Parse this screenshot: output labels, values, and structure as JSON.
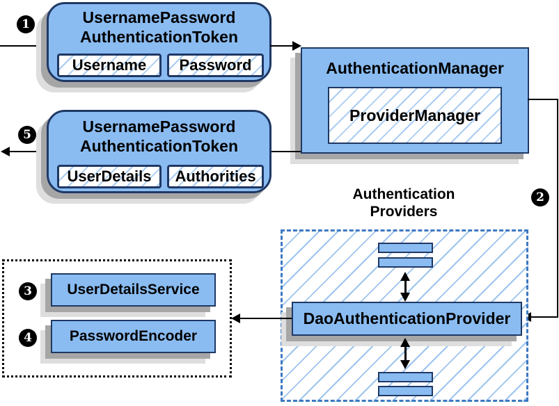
{
  "colors": {
    "box_fill": "#8ABCF2",
    "box_border": "#1F3864",
    "hatch_line": "#A9CCF2",
    "providers_dashed_border": "#3D78C2",
    "collaborators_dotted_border": "#000000",
    "shadow_dark": "#A6A6A6",
    "shadow_light": "#DEDEDE",
    "arrow": "#000000",
    "step_badge_bg": "#000000",
    "step_badge_text": "#FFFFFF"
  },
  "steps": [
    {
      "n": "1"
    },
    {
      "n": "2"
    },
    {
      "n": "3"
    },
    {
      "n": "4"
    },
    {
      "n": "5"
    }
  ],
  "request_token": {
    "title_line1": "UsernamePassword",
    "title_line2": "AuthenticationToken",
    "fields": [
      "Username",
      "Password"
    ]
  },
  "authentication_manager": {
    "title": "AuthenticationManager",
    "inner": "ProviderManager"
  },
  "response_token": {
    "title_line1": "UsernamePassword",
    "title_line2": "AuthenticationToken",
    "fields": [
      "UserDetails",
      "Authorities"
    ]
  },
  "authentication_providers": {
    "label_line1": "Authentication",
    "label_line2": "Providers",
    "provider": "DaoAuthenticationProvider"
  },
  "collaborators": {
    "items": [
      "UserDetailsService",
      "PasswordEncoder"
    ]
  }
}
